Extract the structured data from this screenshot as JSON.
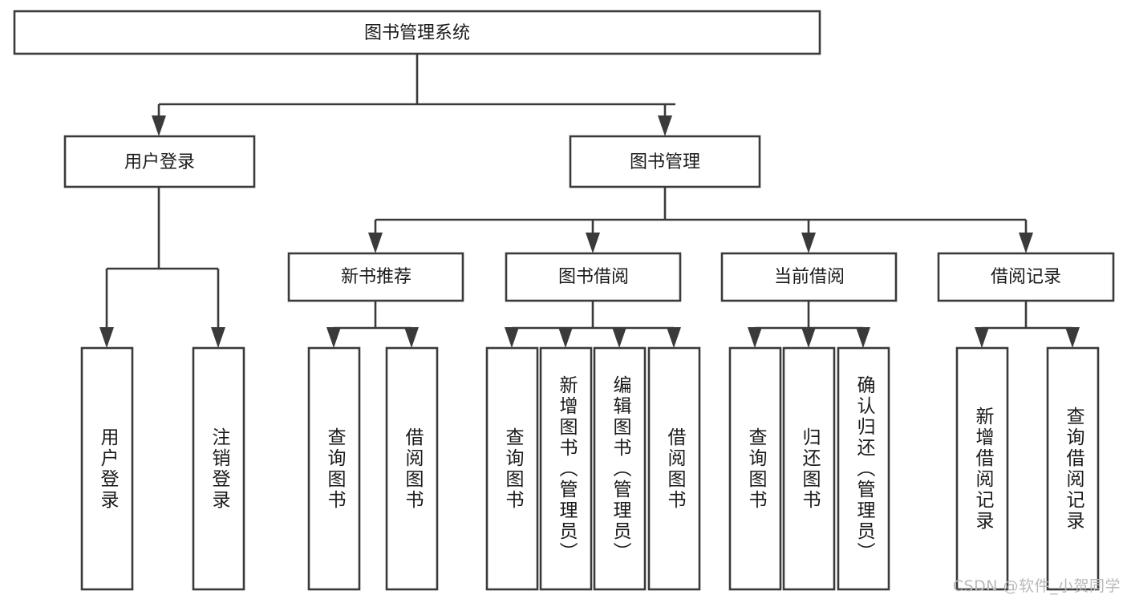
{
  "diagram": {
    "type": "hierarchy-tree",
    "title": "图书管理系统",
    "root": {
      "id": "root",
      "label": "图书管理系统",
      "level": 0
    },
    "level2": [
      {
        "id": "user-login",
        "label": "用户登录"
      },
      {
        "id": "book-management",
        "label": "图书管理"
      }
    ],
    "level3": [
      {
        "id": "new-book-recommend",
        "label": "新书推荐",
        "parent": "book-management"
      },
      {
        "id": "book-borrow",
        "label": "图书借阅",
        "parent": "book-management"
      },
      {
        "id": "current-borrow",
        "label": "当前借阅",
        "parent": "book-management"
      },
      {
        "id": "borrow-record",
        "label": "借阅记录",
        "parent": "book-management"
      }
    ],
    "leaves": [
      {
        "id": "leaf-user-login",
        "label": "用户登录",
        "parent": "user-login"
      },
      {
        "id": "leaf-logout-login",
        "label": "注销登录",
        "parent": "user-login"
      },
      {
        "id": "leaf-query-book-1",
        "label": "查询图书",
        "parent": "new-book-recommend"
      },
      {
        "id": "leaf-borrow-book-1",
        "label": "借阅图书",
        "parent": "new-book-recommend"
      },
      {
        "id": "leaf-query-book-2",
        "label": "查询图书",
        "parent": "book-borrow"
      },
      {
        "id": "leaf-add-book",
        "label": "新增图书（管理员）",
        "parent": "book-borrow"
      },
      {
        "id": "leaf-edit-book",
        "label": "编辑图书（管理员）",
        "parent": "book-borrow"
      },
      {
        "id": "leaf-borrow-book-2",
        "label": "借阅图书",
        "parent": "book-borrow"
      },
      {
        "id": "leaf-query-book-3",
        "label": "查询图书",
        "parent": "current-borrow"
      },
      {
        "id": "leaf-return-book",
        "label": "归还图书",
        "parent": "current-borrow"
      },
      {
        "id": "leaf-confirm-return",
        "label": "确认归还（管理员）",
        "parent": "current-borrow"
      },
      {
        "id": "leaf-add-record",
        "label": "新增借阅记录",
        "parent": "borrow-record"
      },
      {
        "id": "leaf-query-record",
        "label": "查询借阅记录",
        "parent": "borrow-record"
      }
    ],
    "colors": {
      "box_stroke": "#3a3a3a",
      "box_fill": "#ffffff",
      "text": "#1a1a1a",
      "background": "#ffffff",
      "watermark": "#b9b9b9"
    }
  },
  "watermark": {
    "text": "CSDN @软件_小贺同学"
  }
}
